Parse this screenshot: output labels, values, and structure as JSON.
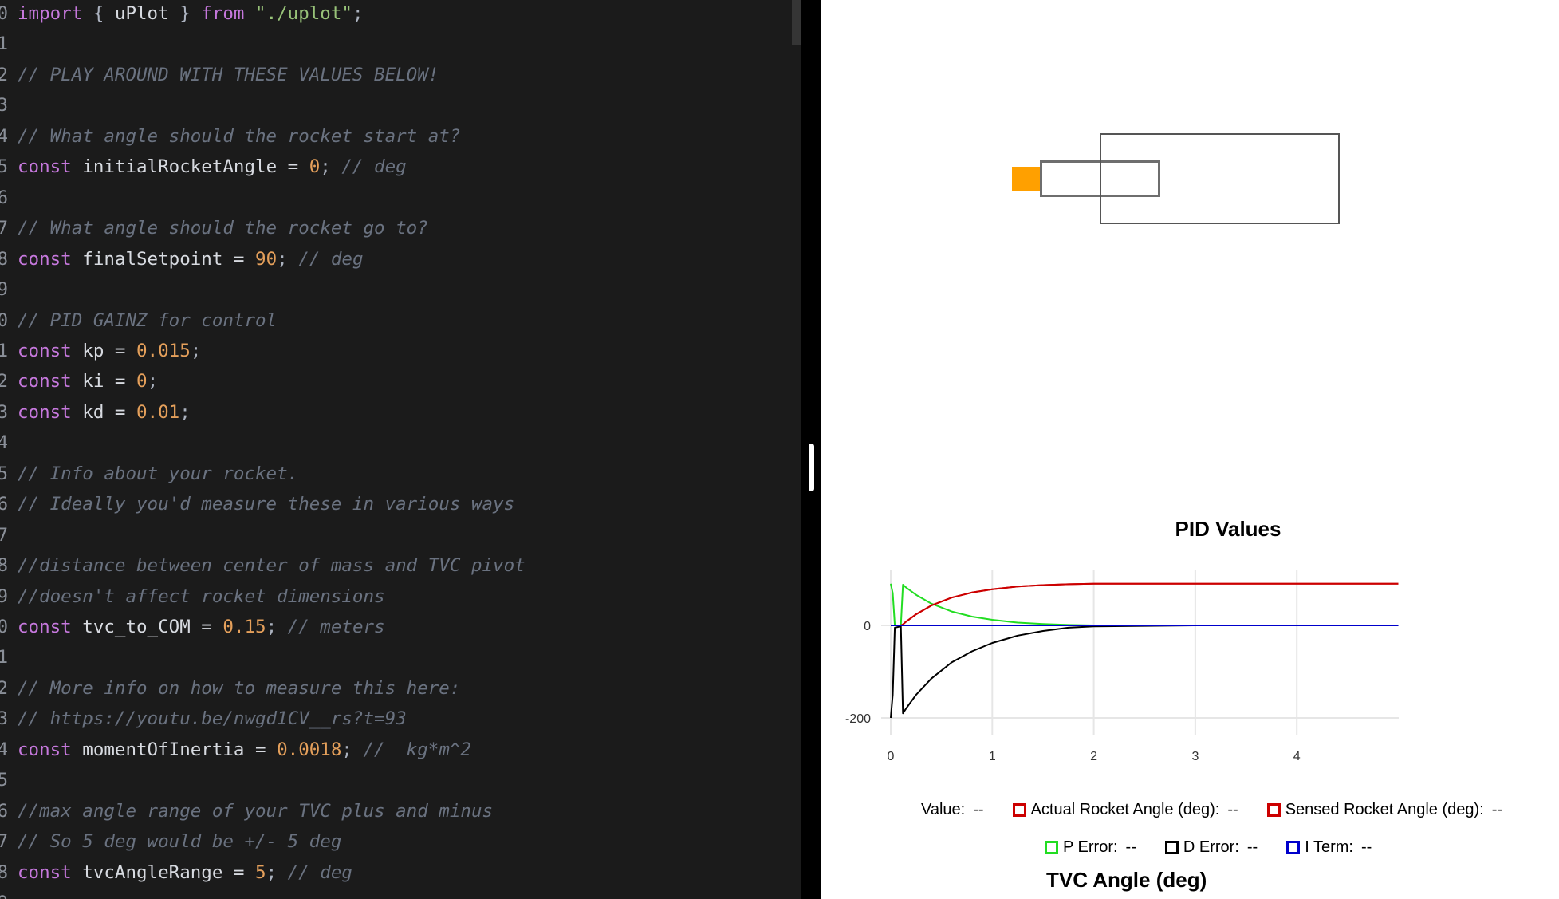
{
  "editor": {
    "lines": [
      {
        "n": "0",
        "tokens": [
          [
            "kw",
            "import"
          ],
          [
            "punc",
            " { "
          ],
          [
            "id",
            "uPlot"
          ],
          [
            "punc",
            " } "
          ],
          [
            "kw",
            "from"
          ],
          [
            "punc",
            " "
          ],
          [
            "str",
            "\"./uplot\""
          ],
          [
            "punc",
            ";"
          ]
        ]
      },
      {
        "n": "1",
        "tokens": []
      },
      {
        "n": "2",
        "tokens": [
          [
            "cm",
            "// PLAY AROUND WITH THESE VALUES BELOW!"
          ]
        ]
      },
      {
        "n": "3",
        "tokens": []
      },
      {
        "n": "4",
        "tokens": [
          [
            "cm",
            "// What angle should the rocket start at?"
          ]
        ]
      },
      {
        "n": "5",
        "tokens": [
          [
            "kw",
            "const"
          ],
          [
            "id",
            " initialRocketAngle = "
          ],
          [
            "num",
            "0"
          ],
          [
            "punc",
            "; "
          ],
          [
            "cm",
            "// deg"
          ]
        ]
      },
      {
        "n": "6",
        "tokens": []
      },
      {
        "n": "7",
        "tokens": [
          [
            "cm",
            "// What angle should the rocket go to?"
          ]
        ]
      },
      {
        "n": "8",
        "tokens": [
          [
            "kw",
            "const"
          ],
          [
            "id",
            " finalSetpoint = "
          ],
          [
            "num",
            "90"
          ],
          [
            "punc",
            "; "
          ],
          [
            "cm",
            "// deg"
          ]
        ]
      },
      {
        "n": "9",
        "tokens": []
      },
      {
        "n": "0",
        "tokens": [
          [
            "cm",
            "// PID GAINZ for control"
          ]
        ]
      },
      {
        "n": "1",
        "tokens": [
          [
            "kw",
            "const"
          ],
          [
            "id",
            " kp = "
          ],
          [
            "num",
            "0.015"
          ],
          [
            "punc",
            ";"
          ]
        ]
      },
      {
        "n": "2",
        "tokens": [
          [
            "kw",
            "const"
          ],
          [
            "id",
            " ki = "
          ],
          [
            "num",
            "0"
          ],
          [
            "punc",
            ";"
          ]
        ]
      },
      {
        "n": "3",
        "tokens": [
          [
            "kw",
            "const"
          ],
          [
            "id",
            " kd = "
          ],
          [
            "num",
            "0.01"
          ],
          [
            "punc",
            ";"
          ]
        ]
      },
      {
        "n": "4",
        "tokens": []
      },
      {
        "n": "5",
        "tokens": [
          [
            "cm",
            "// Info about your rocket."
          ]
        ]
      },
      {
        "n": "6",
        "tokens": [
          [
            "cm",
            "// Ideally you'd measure these in various ways"
          ]
        ]
      },
      {
        "n": "7",
        "tokens": []
      },
      {
        "n": "8",
        "tokens": [
          [
            "cm",
            "//distance between center of mass and TVC pivot"
          ]
        ]
      },
      {
        "n": "9",
        "tokens": [
          [
            "cm",
            "//doesn't affect rocket dimensions"
          ]
        ]
      },
      {
        "n": "0",
        "tokens": [
          [
            "kw",
            "const"
          ],
          [
            "id",
            " tvc_to_COM = "
          ],
          [
            "num",
            "0.15"
          ],
          [
            "punc",
            "; "
          ],
          [
            "cm",
            "// meters"
          ]
        ]
      },
      {
        "n": "1",
        "tokens": []
      },
      {
        "n": "2",
        "tokens": [
          [
            "cm",
            "// More info on how to measure this here:"
          ]
        ]
      },
      {
        "n": "3",
        "tokens": [
          [
            "cm",
            "// https://youtu.be/nwgd1CV__rs?t=93"
          ]
        ]
      },
      {
        "n": "4",
        "tokens": [
          [
            "kw",
            "const"
          ],
          [
            "id",
            " momentOfInertia = "
          ],
          [
            "num",
            "0.0018"
          ],
          [
            "punc",
            "; "
          ],
          [
            "cm",
            "//  kg*m^2"
          ]
        ]
      },
      {
        "n": "5",
        "tokens": []
      },
      {
        "n": "6",
        "tokens": [
          [
            "cm",
            "//max angle range of your TVC plus and minus"
          ]
        ]
      },
      {
        "n": "7",
        "tokens": [
          [
            "cm",
            "// So 5 deg would be +/- 5 deg"
          ]
        ]
      },
      {
        "n": "8",
        "tokens": [
          [
            "kw",
            "const"
          ],
          [
            "id",
            " tvcAngleRange = "
          ],
          [
            "num",
            "5"
          ],
          [
            "punc",
            "; "
          ],
          [
            "cm",
            "// deg"
          ]
        ]
      },
      {
        "n": "9",
        "tokens": []
      }
    ]
  },
  "rocket": {
    "flame_color": "#ffa000",
    "outline_color": "#6e6e6e"
  },
  "chart": {
    "title": "PID Values",
    "legend": {
      "value_label": "Value:",
      "value": "--",
      "items": [
        {
          "label": "Actual Rocket Angle (deg):",
          "value": "--",
          "color": "#cc0000"
        },
        {
          "label": "Sensed Rocket Angle (deg):",
          "value": "--",
          "color": "#cc0000"
        },
        {
          "label": "P Error:",
          "value": "--",
          "color": "#22dd22"
        },
        {
          "label": "D Error:",
          "value": "--",
          "color": "#000000"
        },
        {
          "label": "I Term:",
          "value": "--",
          "color": "#0000cc"
        }
      ]
    }
  },
  "next_chart": {
    "title": "TVC Angle (deg)"
  },
  "chart_data": {
    "type": "line",
    "title": "PID Values",
    "xlabel": "",
    "ylabel": "",
    "x_ticks": [
      0,
      1,
      2,
      3,
      4
    ],
    "y_ticks": [
      0,
      -200
    ],
    "xlim": [
      0,
      5
    ],
    "ylim": [
      -220,
      120
    ],
    "grid": true,
    "legend_position": "bottom",
    "x": [
      0,
      0.02,
      0.04,
      0.1,
      0.12,
      0.15,
      0.25,
      0.4,
      0.6,
      0.8,
      1.0,
      1.25,
      1.5,
      1.75,
      2.0,
      3.0,
      4.0,
      5.0
    ],
    "series": [
      {
        "name": "Actual Rocket Angle (deg)",
        "color": "#cc0000",
        "values": [
          0,
          0,
          0,
          0,
          2,
          8,
          24,
          43,
          60,
          71,
          78,
          84,
          87,
          89,
          90,
          90,
          90,
          90
        ]
      },
      {
        "name": "Sensed Rocket Angle (deg)",
        "color": "#cc0000",
        "values": [
          0,
          0,
          0,
          0,
          2,
          8,
          24,
          43,
          60,
          71,
          78,
          84,
          87,
          89,
          90,
          90,
          90,
          90
        ]
      },
      {
        "name": "P Error",
        "color": "#22dd22",
        "values": [
          90,
          70,
          0,
          0,
          88,
          82,
          66,
          47,
          30,
          19,
          12,
          6,
          3,
          1,
          0,
          0,
          0,
          0
        ]
      },
      {
        "name": "D Error",
        "color": "#000000",
        "values": [
          -200,
          -150,
          -5,
          -2,
          -190,
          -180,
          -150,
          -115,
          -80,
          -56,
          -38,
          -22,
          -12,
          -5,
          -2,
          0,
          0,
          0
        ]
      },
      {
        "name": "I Term",
        "color": "#0000cc",
        "values": [
          0,
          0,
          0,
          0,
          0,
          0,
          0,
          0,
          0,
          0,
          0,
          0,
          0,
          0,
          0,
          0,
          0,
          0
        ]
      }
    ]
  }
}
